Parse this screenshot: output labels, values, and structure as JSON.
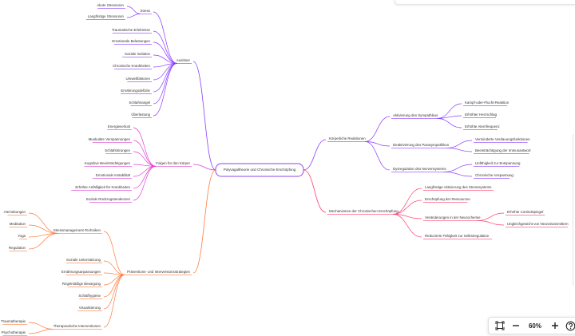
{
  "zoom": {
    "level": "60%"
  },
  "colors": {
    "purple": "#8b3dff",
    "magenta": "#e13fd3",
    "orange": "#ff7a3c",
    "pink": "#ff3f72",
    "root_border": "#8a4ae6"
  },
  "icons": {
    "fit": "fit-view-icon",
    "zoom_out": "minus-icon",
    "zoom_in": "plus-icon",
    "help": "question-icon"
  },
  "mindmap": {
    "root": "Polyvagaltheorie und Chronische Erschöpfung",
    "branches": [
      {
        "id": "ursachen",
        "label": "Auslöser",
        "color": "purple",
        "children": [
          {
            "label": "Stress",
            "children": [
              {
                "label": "Akute Stressoren"
              },
              {
                "label": "Langfristige Stressoren"
              }
            ]
          },
          {
            "label": "Traumatische Erlebnisse"
          },
          {
            "label": "Emotionale Belastungen"
          },
          {
            "label": "Soziale Isolation"
          },
          {
            "label": "Chronische Krankheiten"
          },
          {
            "label": "Umweltfaktoren"
          },
          {
            "label": "Ernährungsdefizite"
          },
          {
            "label": "Schlafmangel"
          },
          {
            "label": "Überlastung"
          }
        ]
      },
      {
        "id": "folgen",
        "label": "Folgen für den Körper",
        "color": "magenta",
        "children": [
          {
            "label": "Energieverlust"
          },
          {
            "label": "Muskuläre Verspannungen"
          },
          {
            "label": "Schlafstörungen"
          },
          {
            "label": "Kognitive Beeinträchtigungen"
          },
          {
            "label": "Emotionale Instabilität"
          },
          {
            "label": "Erhöhte Anfälligkeit für Krankheiten"
          },
          {
            "label": "Soziale Rückzugstendenzen"
          }
        ]
      },
      {
        "id": "praevention",
        "label": "Präventions- und Interventionsstrategien",
        "color": "orange",
        "children": [
          {
            "label": "Stressmanagement-Techniken",
            "children": [
              {
                "label": "Atemübungen"
              },
              {
                "label": "Meditation"
              },
              {
                "label": "Yoga"
              },
              {
                "label": "Regulation"
              }
            ]
          },
          {
            "label": "Soziale Unterstützung"
          },
          {
            "label": "Ernährungsanpassungen"
          },
          {
            "label": "Regelmäßige Bewegung"
          },
          {
            "label": "Schlafhygiene"
          },
          {
            "label": "Visualisierung"
          },
          {
            "label": "Therapeutische Interventionen",
            "children": [
              {
                "label": "Traumatherapie"
              },
              {
                "label": "Psychotherapie"
              }
            ]
          }
        ]
      },
      {
        "id": "reaktionen",
        "label": "Körperliche Reaktionen",
        "color": "purple",
        "children": [
          {
            "label": "Aktivierung des Sympathikus",
            "children": [
              {
                "label": "Kampf-oder-Flucht-Reaktion"
              },
              {
                "label": "Erhöhter Herzschlag"
              },
              {
                "label": "Erhöhte Atemfrequenz"
              }
            ]
          },
          {
            "label": "Deaktivierung des Parasympathikus",
            "children": [
              {
                "label": "Verminderte Verdauungsfunktionen"
              },
              {
                "label": "Beeinträchtigung der Immunantwort"
              }
            ]
          },
          {
            "label": "Dysregulation des Nervensystems",
            "children": [
              {
                "label": "Unfähigkeit zur Entspannung"
              },
              {
                "label": "Chronische Anspannung"
              }
            ]
          }
        ]
      },
      {
        "id": "mechanismen",
        "label": "Mechanismen der Chronischen Erschöpfung",
        "color": "pink",
        "children": [
          {
            "label": "Langfristige Aktivierung des Stresssystems"
          },
          {
            "label": "Erschöpfung der Ressourcen"
          },
          {
            "label": "Veränderungen in der Neurochemie",
            "children": [
              {
                "label": "Erhöhte Cortisolspiegel"
              },
              {
                "label": "Ungleichgewicht von Neurotransmittern"
              }
            ]
          },
          {
            "label": "Reduzierte Fähigkeit zur Selbstregulation"
          }
        ]
      }
    ]
  }
}
